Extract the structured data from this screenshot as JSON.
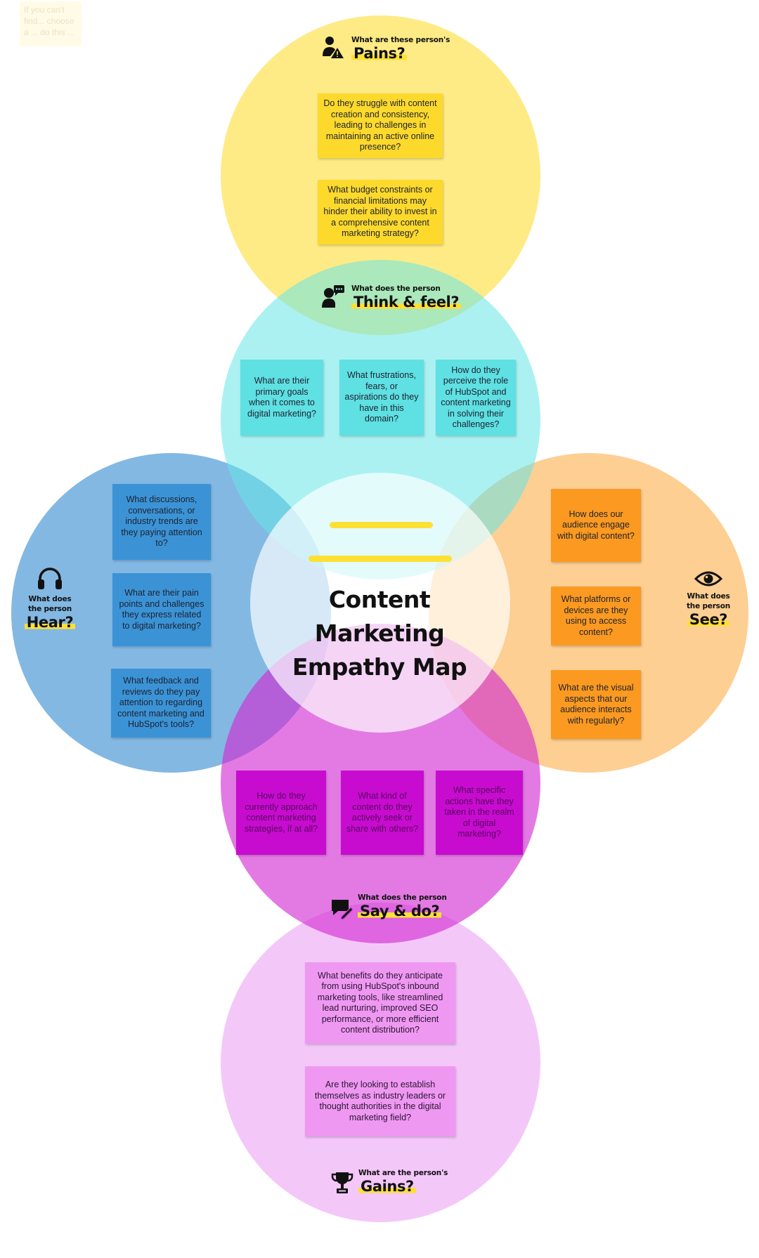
{
  "ghost_note": "If you can't find... choose a ... do this ...",
  "title": "Content Marketing Empathy Map",
  "colors": {
    "pains": "#fde66b",
    "think": "#9ff0f2",
    "hear": "#5aa7de",
    "see": "#fdc880",
    "say": "#d742d8",
    "gains": "#f3c2f8"
  },
  "pains": {
    "label_small": "What are these person's",
    "label_big": "Pains?",
    "icon": "person-warning-icon",
    "notes": [
      "Do they struggle with content creation and consistency, leading to challenges in maintaining an active online presence?",
      "What budget constraints or financial limitations may hinder their ability to invest in a comprehensive content marketing strategy?"
    ]
  },
  "think": {
    "label_small": "What does the person",
    "label_big": "Think & feel?",
    "icon": "person-thought-icon",
    "notes": [
      "What are their primary goals when it comes to digital marketing?",
      "What frustrations, fears, or aspirations do they have in this domain?",
      "How do they perceive the role of HubSpot and content marketing in solving their challenges?"
    ]
  },
  "hear": {
    "label_small_1": "What does",
    "label_small_2": "the person",
    "label_big": "Hear?",
    "icon": "headphones-icon",
    "notes": [
      "What discussions, conversations, or industry trends are they paying attention to?",
      "What are their pain points and challenges they express related to digital marketing?",
      "What feedback and reviews do they pay attention to regarding content marketing and HubSpot's tools?"
    ]
  },
  "see": {
    "label_small_1": "What does",
    "label_small_2": "the person",
    "label_big": "See?",
    "icon": "eye-icon",
    "notes": [
      "How does our audience engage with digital content?",
      "What platforms or devices are they using to access content?",
      "What are the visual aspects that our audience interacts with regularly?"
    ]
  },
  "say": {
    "label_small": "What does the person",
    "label_big": "Say & do?",
    "icon": "chat-pencil-icon",
    "notes": [
      "How do they currently approach content marketing strategies, if at all?",
      "What kind of content do they actively seek or share with others?",
      "What specific actions have they taken in the realm of digital marketing?"
    ]
  },
  "gains": {
    "label_small": "What are the person's",
    "label_big": "Gains?",
    "icon": "trophy-icon",
    "notes": [
      "What benefits do they anticipate from using HubSpot's inbound marketing tools, like streamlined lead nurturing, improved SEO performance, or more efficient content distribution?",
      "Are they looking to establish themselves as industry leaders or thought authorities in the digital marketing field?"
    ]
  }
}
